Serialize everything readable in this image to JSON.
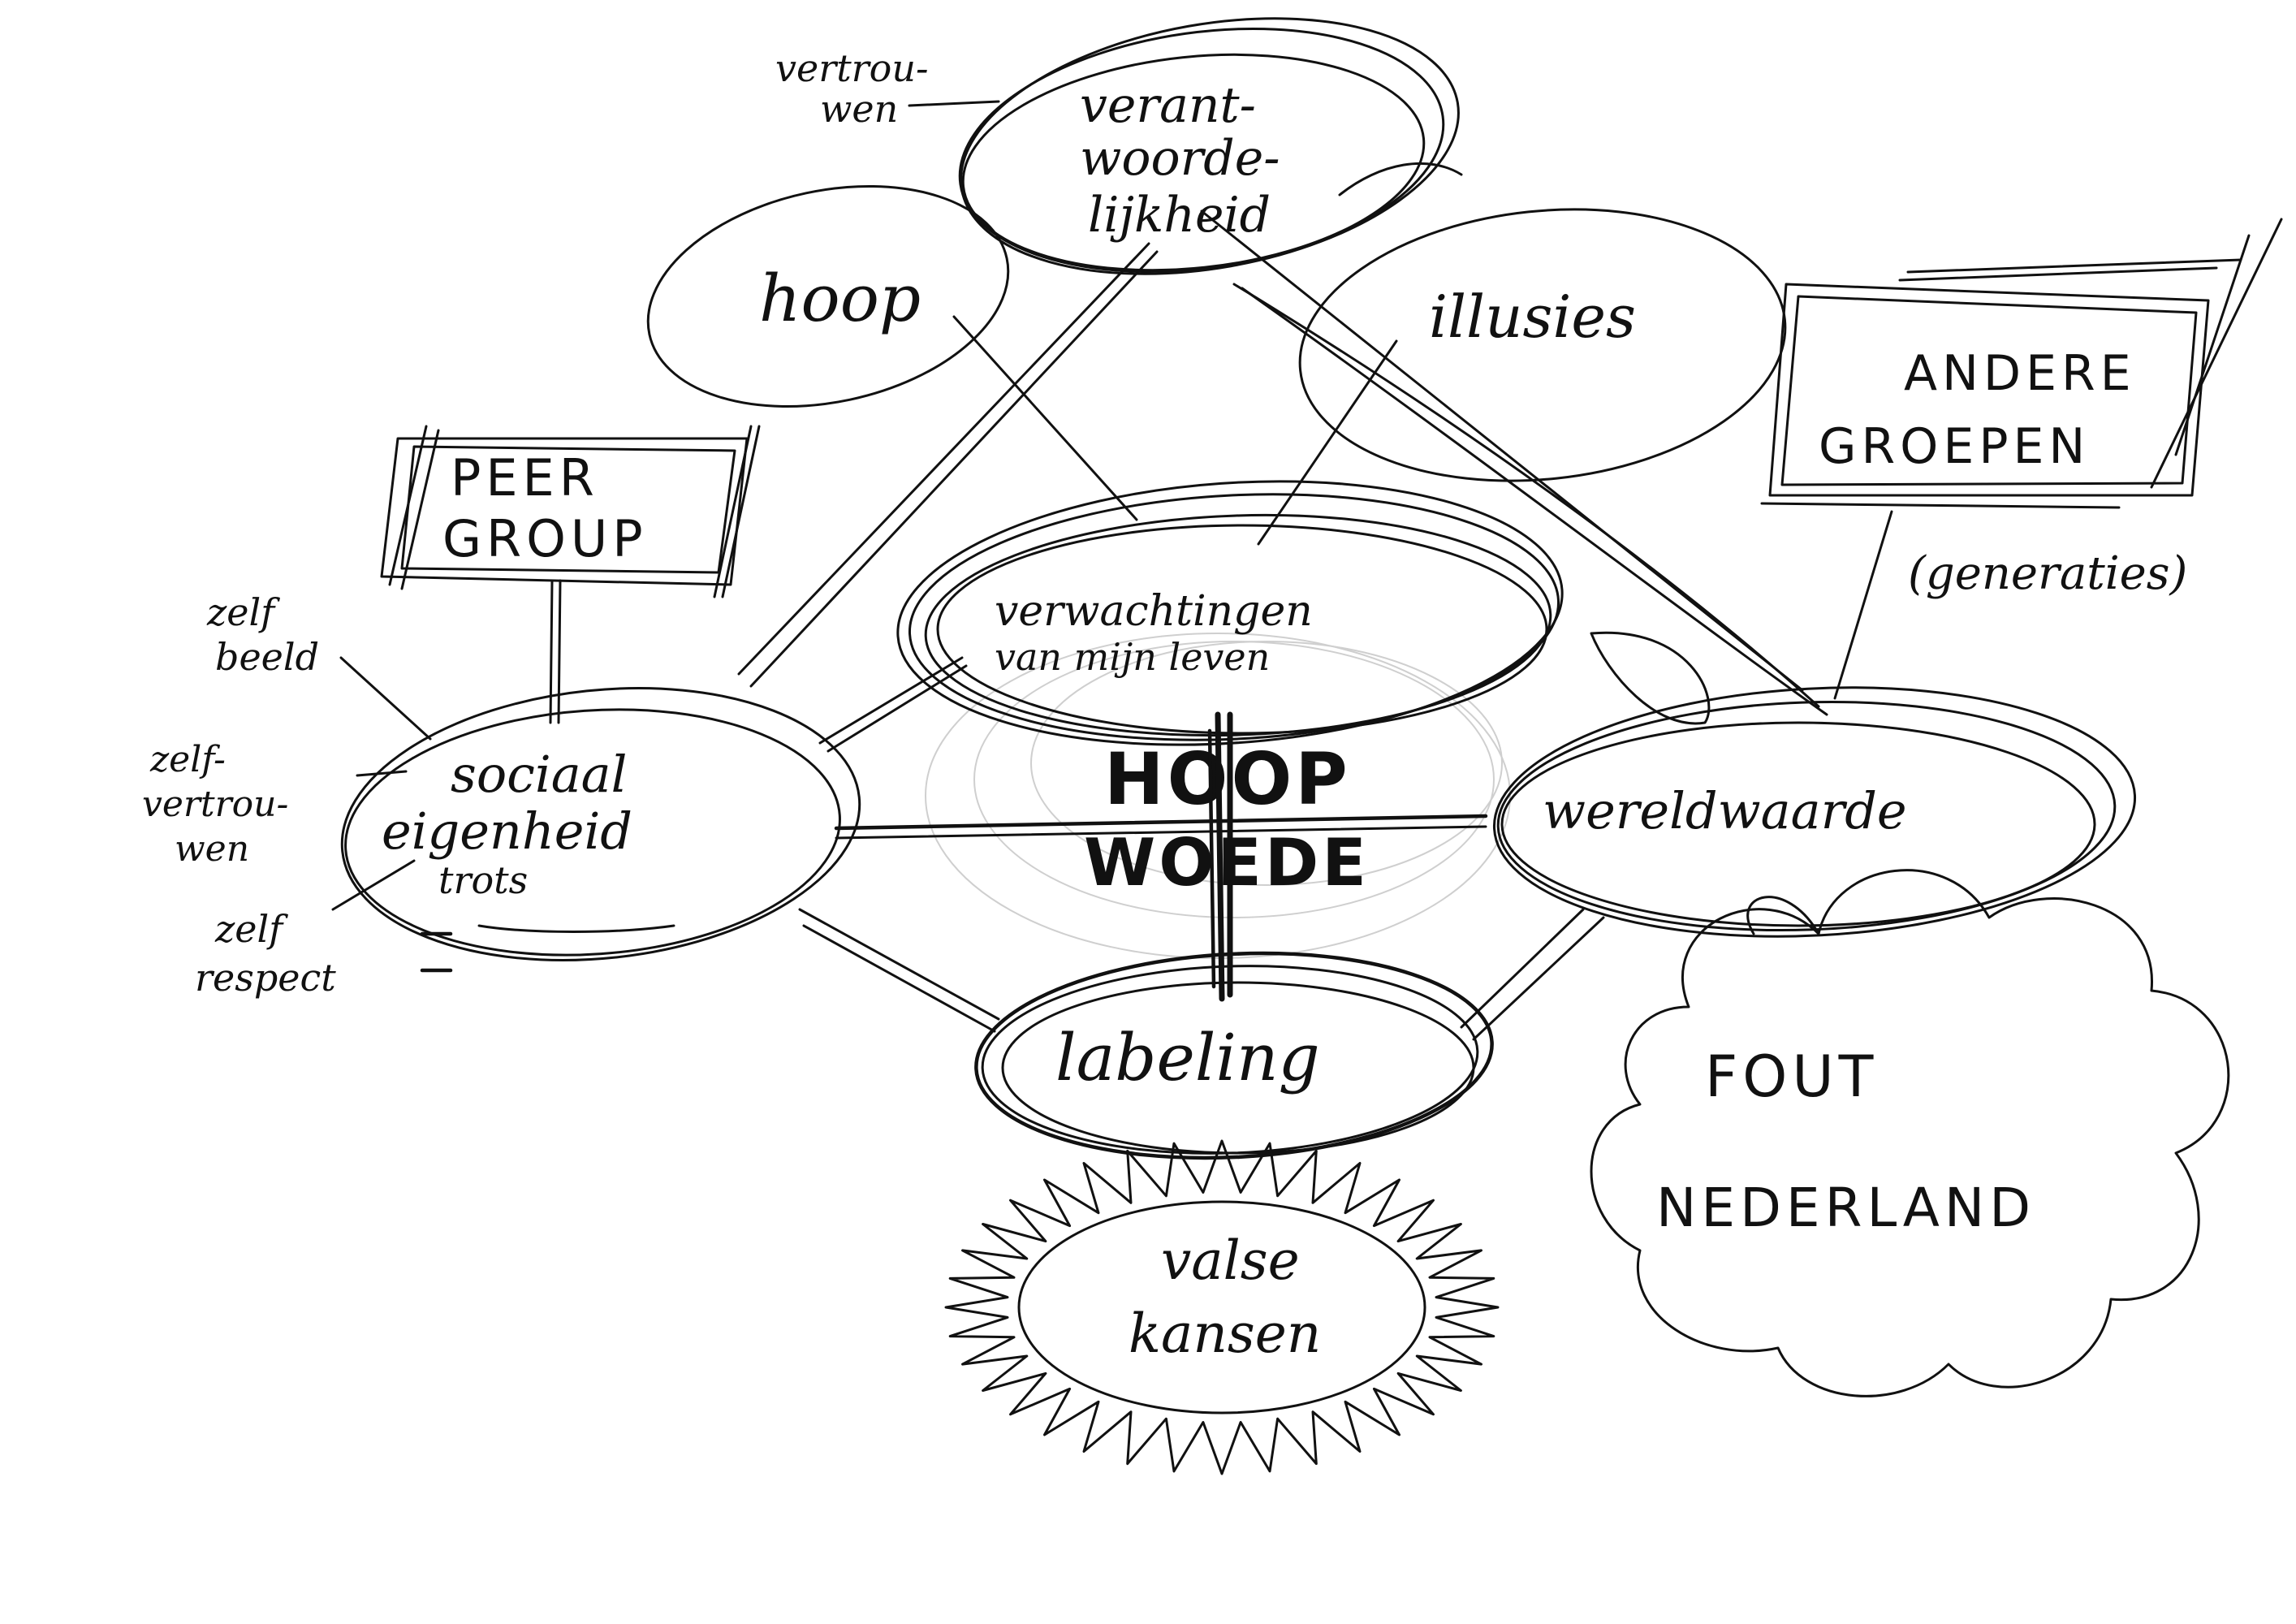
{
  "diagram": {
    "nodes": {
      "verantwoordelijkheid": {
        "lines": [
          "verant-",
          "woorde-",
          "lijkheid"
        ]
      },
      "hoop": {
        "text": "hoop"
      },
      "illusies": {
        "text": "illusies"
      },
      "verwachtingen": {
        "lines": [
          "verwachtingen",
          "van mijn leven"
        ]
      },
      "sociaal": {
        "lines": [
          "sociaal",
          "eigenheid"
        ]
      },
      "wereldwaarde": {
        "text": "wereldwaarde"
      },
      "labeling": {
        "text": "labeling"
      },
      "valse_kansen": {
        "lines": [
          "valse",
          "kansen"
        ]
      },
      "peer_group": {
        "lines": [
          "PEER",
          "GROUP"
        ]
      },
      "andere_groepen": {
        "lines": [
          "ANDERE",
          "GROEPEN"
        ]
      },
      "generaties": {
        "text": "(generaties)"
      },
      "fout_nederland": {
        "lines": [
          "FOUT",
          "NEDERLAND"
        ]
      },
      "center": {
        "lines": [
          "HOOP",
          "WOEDE"
        ]
      }
    },
    "side_notes": {
      "vertrouwen_top": [
        "vertrou-",
        "wen"
      ],
      "zelfbeeld": [
        "zelf",
        "beeld"
      ],
      "zelfvertrouwen": [
        "zelf-",
        "vertrou-",
        "wen"
      ],
      "zelfrespect": [
        "zelf",
        "respect"
      ],
      "trots": "trots"
    }
  }
}
